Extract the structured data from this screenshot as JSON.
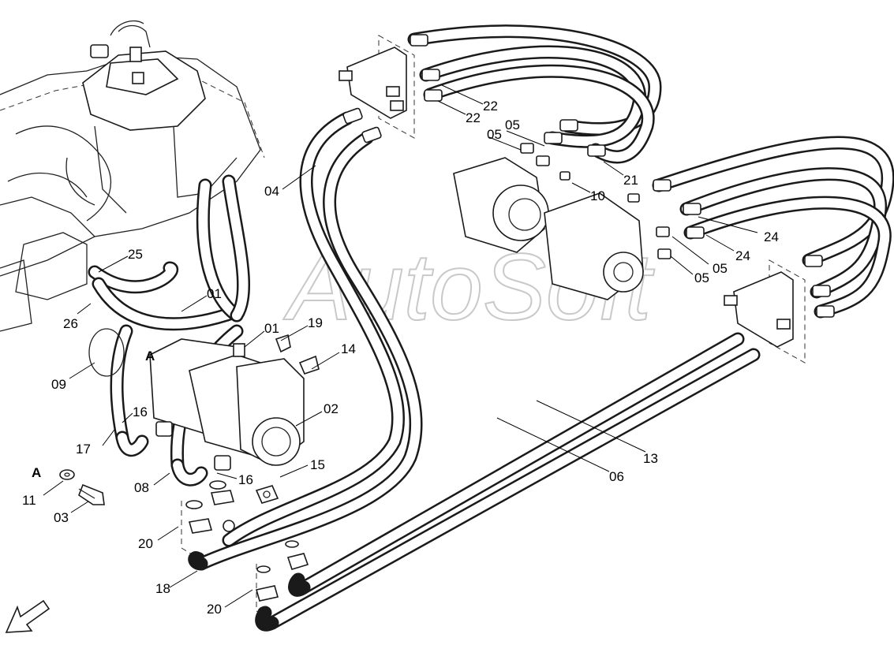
{
  "watermark": "AutoSoft",
  "view_marker": "A",
  "callouts": [
    {
      "id": "c22a",
      "text": "22"
    },
    {
      "id": "c22b",
      "text": "22"
    },
    {
      "id": "c05a",
      "text": "05"
    },
    {
      "id": "c05b",
      "text": "05"
    },
    {
      "id": "c04",
      "text": "04"
    },
    {
      "id": "c21",
      "text": "21"
    },
    {
      "id": "c10",
      "text": "10"
    },
    {
      "id": "c24a",
      "text": "24"
    },
    {
      "id": "c24b",
      "text": "24"
    },
    {
      "id": "c05c",
      "text": "05"
    },
    {
      "id": "c05d",
      "text": "05"
    },
    {
      "id": "c25",
      "text": "25"
    },
    {
      "id": "c01a",
      "text": "01"
    },
    {
      "id": "c01b",
      "text": "01"
    },
    {
      "id": "c19",
      "text": "19"
    },
    {
      "id": "c26",
      "text": "26"
    },
    {
      "id": "c14",
      "text": "14"
    },
    {
      "id": "c09",
      "text": "09"
    },
    {
      "id": "c02",
      "text": "02"
    },
    {
      "id": "c16a",
      "text": "16"
    },
    {
      "id": "c17",
      "text": "17"
    },
    {
      "id": "c15",
      "text": "15"
    },
    {
      "id": "c16b",
      "text": "16"
    },
    {
      "id": "c08",
      "text": "08"
    },
    {
      "id": "c11",
      "text": "11"
    },
    {
      "id": "c03",
      "text": "03"
    },
    {
      "id": "c13",
      "text": "13"
    },
    {
      "id": "c06",
      "text": "06"
    },
    {
      "id": "c20a",
      "text": "20"
    },
    {
      "id": "c18",
      "text": "18"
    },
    {
      "id": "c20b",
      "text": "20"
    }
  ]
}
